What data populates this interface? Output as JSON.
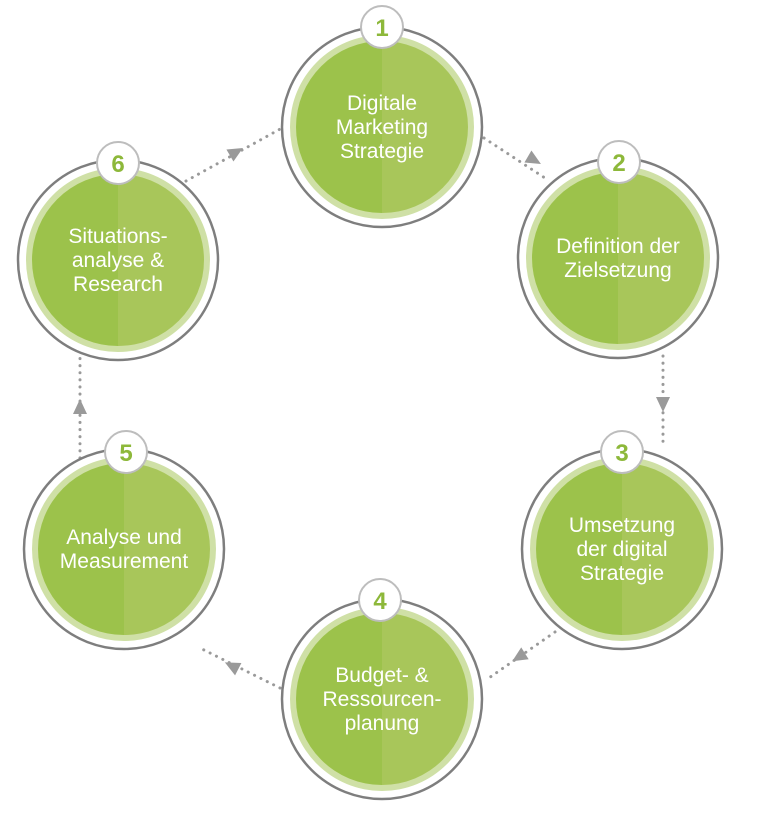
{
  "diagram": {
    "type": "cycle",
    "colors": {
      "circle_fill_left": "#9cc24b",
      "circle_fill_right": "#a8c65a",
      "circle_inner_ring": "#cfe0a6",
      "circle_outer_ring": "#7e7e7e",
      "badge_number": "#8db83a",
      "badge_ring": "#bdbdbd",
      "connector": "#9a9a9a",
      "label_text": "#ffffff"
    },
    "steps": [
      {
        "number": "1",
        "lines": [
          "Digitale",
          "Marketing",
          "Strategie"
        ]
      },
      {
        "number": "2",
        "lines": [
          "Definition der",
          "Zielsetzung"
        ]
      },
      {
        "number": "3",
        "lines": [
          "Umsetzung",
          "der digital",
          "Strategie"
        ]
      },
      {
        "number": "4",
        "lines": [
          "Budget- &",
          "Ressourcen-",
          "planung"
        ]
      },
      {
        "number": "5",
        "lines": [
          "Analyse und",
          "Measurement"
        ]
      },
      {
        "number": "6",
        "lines": [
          "Situations-",
          "analyse &",
          "Research"
        ]
      }
    ],
    "connectors": [
      {
        "from": "1",
        "to": "2",
        "arrow_icon": "arrow-down-right-icon"
      },
      {
        "from": "2",
        "to": "3",
        "arrow_icon": "arrow-down-icon"
      },
      {
        "from": "3",
        "to": "4",
        "arrow_icon": "arrow-down-left-icon"
      },
      {
        "from": "4",
        "to": "5",
        "arrow_icon": "arrow-left-icon"
      },
      {
        "from": "5",
        "to": "6",
        "arrow_icon": "arrow-up-icon"
      },
      {
        "from": "6",
        "to": "1",
        "arrow_icon": "arrow-up-right-icon"
      }
    ]
  }
}
